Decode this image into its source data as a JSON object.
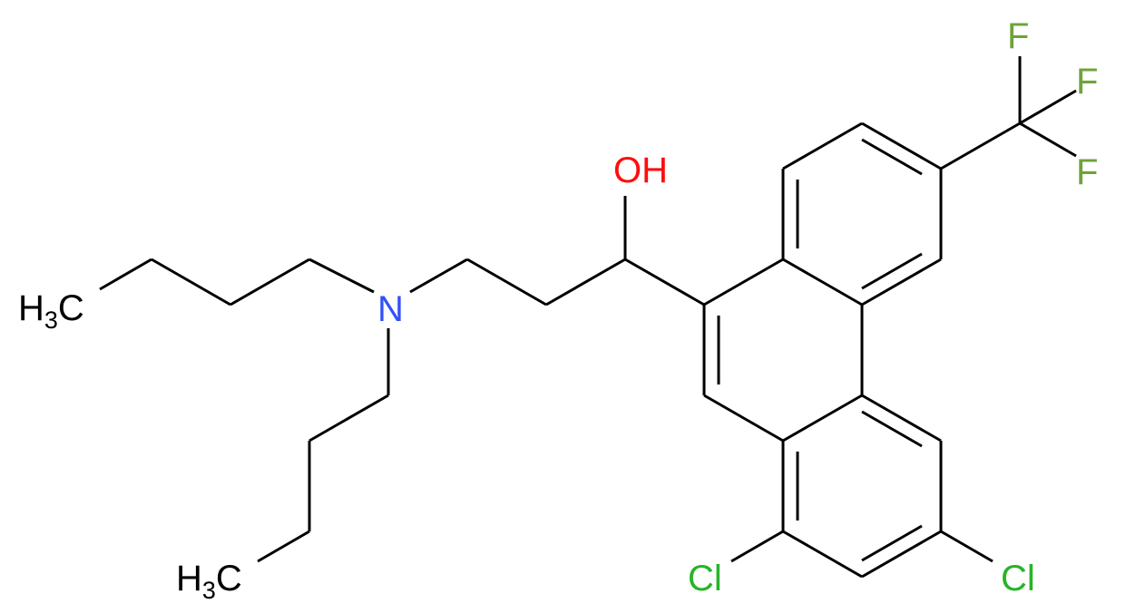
{
  "molecule": {
    "atoms": {
      "oh": {
        "text": "OH",
        "color": "#ff0d0d"
      },
      "n": {
        "text": "N",
        "color": "#3050f8"
      },
      "f1": {
        "text": "F",
        "color": "#6fa33a"
      },
      "f2": {
        "text": "F",
        "color": "#6fa33a"
      },
      "f3": {
        "text": "F",
        "color": "#6fa33a"
      },
      "cl1": {
        "text": "Cl",
        "color": "#27b427"
      },
      "cl2": {
        "text": "Cl",
        "color": "#27b427"
      },
      "ch3_top": {
        "main": "H",
        "sub": "3",
        "tail": "C",
        "color": "#000000"
      },
      "ch3_bottom": {
        "main": "H",
        "sub": "3",
        "tail": "C",
        "color": "#000000"
      }
    },
    "bond_color": "#000000"
  }
}
